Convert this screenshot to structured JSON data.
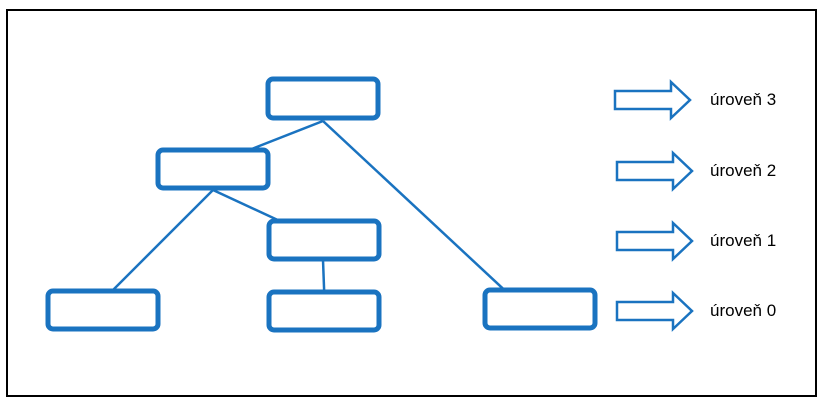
{
  "colors": {
    "node_stroke": "#1a73c0",
    "edge_stroke": "#1a73c0",
    "arrow_outline": "#1a73c0",
    "arrow_fill": "#ffffff",
    "frame": "#000000",
    "text": "#000000"
  },
  "tree": {
    "nodes": [
      {
        "id": "root",
        "level": 3,
        "text": ""
      },
      {
        "id": "l2-left",
        "level": 2,
        "text": ""
      },
      {
        "id": "l1-mid",
        "level": 1,
        "text": ""
      },
      {
        "id": "l0-left",
        "level": 0,
        "text": ""
      },
      {
        "id": "l0-mid",
        "level": 0,
        "text": ""
      },
      {
        "id": "l0-right",
        "level": 0,
        "text": ""
      }
    ],
    "edges": [
      {
        "from": "root",
        "to": "l2-left"
      },
      {
        "from": "root",
        "to": "l0-right"
      },
      {
        "from": "l2-left",
        "to": "l1-mid"
      },
      {
        "from": "l2-left",
        "to": "l0-left"
      },
      {
        "from": "l1-mid",
        "to": "l0-mid"
      }
    ]
  },
  "legend": {
    "levels": [
      {
        "level": 3,
        "label": "úroveň 3"
      },
      {
        "level": 2,
        "label": "úroveň 2"
      },
      {
        "level": 1,
        "label": "úroveň 1"
      },
      {
        "level": 0,
        "label": "úroveň 0"
      }
    ]
  }
}
